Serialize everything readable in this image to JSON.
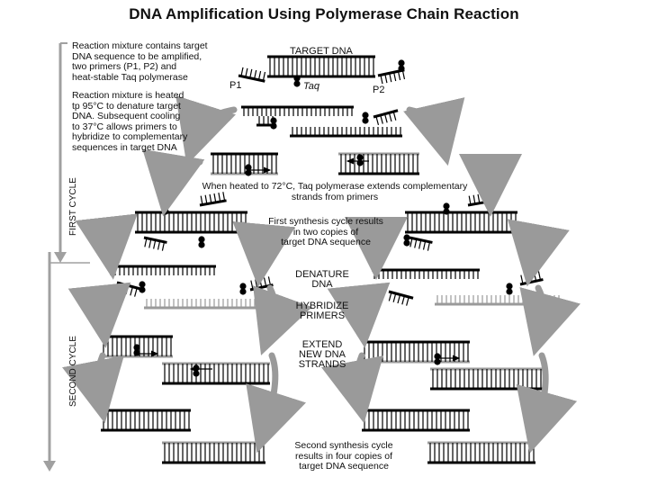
{
  "title": "DNA Amplification Using Polymerase Chain Reaction",
  "notes": {
    "mixture": "Reaction mixture contains target\nDNA sequence to be amplified,\ntwo primers (P1, P2) and\nheat-stable Taq polymerase",
    "heating": "Reaction mixture is heated\ntp 95°C to denature target\nDNA.  Subsequent cooling\nto 37°C allows primers to\nhybridize to complementary\nsequences in target DNA",
    "extend72": "When heated to 72°C, Taq polymerase extends complementary\nstrands from primers",
    "first_cycle_result": "First synthesis cycle results\nin two copies of\ntarget DNA sequence",
    "second_cycle_result": "Second synthesis cycle\nresults in four copies of\ntarget DNA sequence"
  },
  "labels": {
    "target_dna": "TARGET DNA",
    "p1": "P1",
    "p2": "P2",
    "taq": "Taq"
  },
  "steps": {
    "denature": "DENATURE\nDNA",
    "hybridize": "HYBRIDIZE\nPRIMERS",
    "extend": "EXTEND\nNEW DNA\nSTRANDS"
  },
  "cycles": {
    "first": "FIRST CYCLE",
    "second": "SECOND CYCLE"
  },
  "colors": {
    "strand": "#000000",
    "new_strand": "#9a9a9a",
    "curved_arrow": "#9a9a9a",
    "cycle_arrow": "#a0a0a0"
  }
}
